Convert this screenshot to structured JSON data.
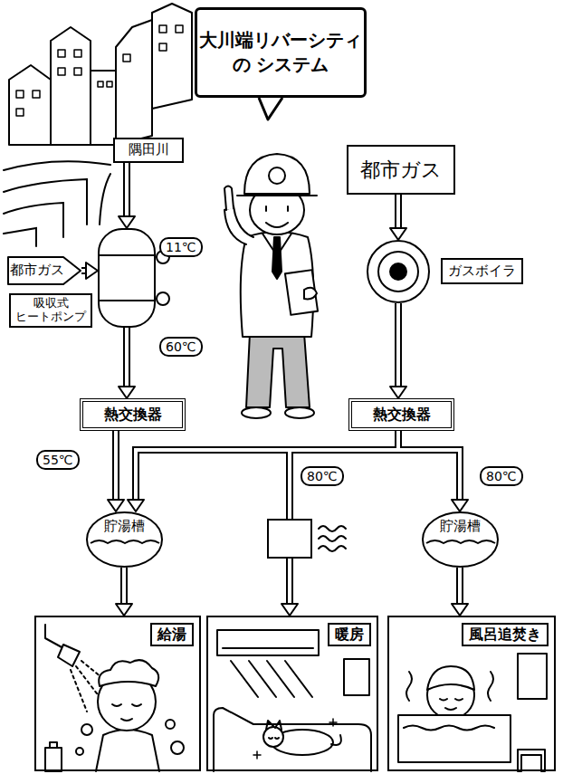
{
  "diagram": {
    "title": "大川端リバーシティ の システム",
    "nodes": [
      {
        "text": [
          "隅田川"
        ]
      },
      {
        "text": [
          "都市ガス"
        ]
      },
      {
        "text": [
          "都市ガス"
        ]
      },
      {
        "text": [
          "吸収式 ヒートポンプ"
        ]
      },
      {
        "text": [
          "ガスボイラ"
        ]
      },
      {
        "text": [
          "熱交換器"
        ]
      },
      {
        "text": [
          "熱交換器"
        ]
      },
      {
        "text": [
          "貯湯槽"
        ]
      },
      {
        "text": [
          "貯湯槽"
        ]
      },
      {
        "text": [
          "給湯"
        ]
      },
      {
        "text": [
          "暖房"
        ]
      },
      {
        "text": [
          "風呂追焚き"
        ]
      }
    ],
    "edges": [
      {
        "from": 0,
        "to": 3,
        "label": "11℃",
        "arrow": "to"
      },
      {
        "from": 2,
        "to": 3,
        "arrow": "to"
      },
      {
        "from": 1,
        "to": 4,
        "arrow": "to"
      },
      {
        "from": 3,
        "to": 5,
        "label": "60℃",
        "arrow": "to"
      },
      {
        "from": 4,
        "to": 6,
        "arrow": "to"
      },
      {
        "from": 5,
        "to": 7,
        "label": "55℃",
        "arrow": "to"
      },
      {
        "from": 6,
        "to": 7,
        "arrow": "to"
      },
      {
        "from": 6,
        "to": 10,
        "label": "80℃",
        "arrow": "to"
      },
      {
        "from": 6,
        "to": 8,
        "label": "80℃",
        "arrow": "to"
      },
      {
        "from": 7,
        "to": 9,
        "arrow": "to"
      },
      {
        "from": 8,
        "to": 11,
        "arrow": "to"
      }
    ]
  }
}
